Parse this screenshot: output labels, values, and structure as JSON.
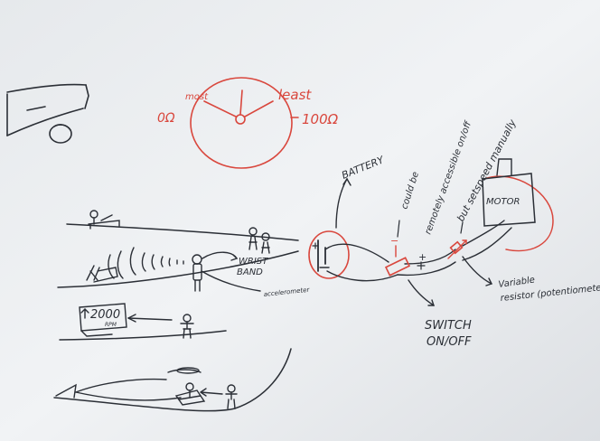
{
  "colors": {
    "board": "#eef0f2",
    "ink_black": "#2b2f36",
    "ink_red": "#d9473d"
  },
  "dial": {
    "left_value": "0Ω",
    "left_word": "most",
    "right_word": "least",
    "right_value": "100Ω"
  },
  "circuit": {
    "battery": "BATTERY",
    "remote_note_1": "could be",
    "remote_note_2": "remotely accessible on/off",
    "setspeed_note": "but setspeed manually",
    "motor": "MOTOR",
    "plus_sign": "+",
    "minus_sign": "−",
    "resistor_note_1": "Variable",
    "resistor_note_2": "resistor (potentiometer)",
    "switch_1": "SWITCH",
    "switch_2": "ON/OFF"
  },
  "sketch": {
    "wrist_1": "WRIST",
    "wrist_2": "BAND",
    "accelerometer": "accelerometer",
    "rpm_value": "2000",
    "rpm_unit": "RPM"
  }
}
